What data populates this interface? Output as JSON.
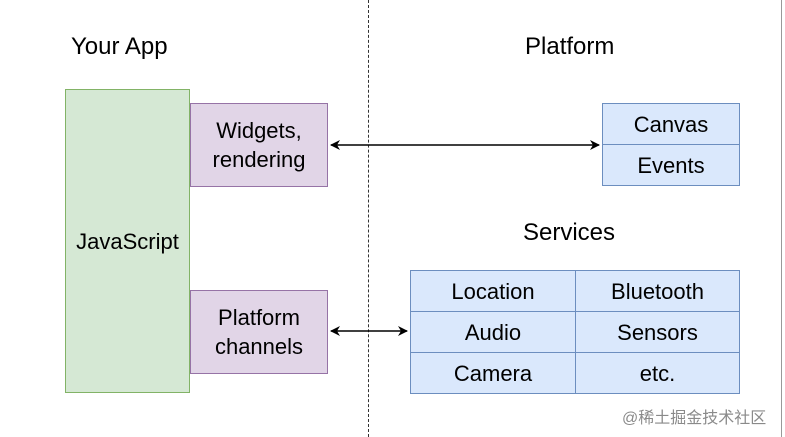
{
  "your_app": {
    "title": "Your App",
    "javascript": "JavaScript",
    "widgets": "Widgets,\nrendering",
    "platform_channels": "Platform\nchannels"
  },
  "platform": {
    "title": "Platform",
    "canvas": "Canvas",
    "events": "Events"
  },
  "services": {
    "title": "Services",
    "items": [
      "Location",
      "Bluetooth",
      "Audio",
      "Sensors",
      "Camera",
      "etc."
    ]
  },
  "watermark": "@稀土掘金技术社区",
  "colors": {
    "green_fill": "#d5e8d4",
    "green_stroke": "#82b366",
    "purple_fill": "#e1d5e7",
    "purple_stroke": "#9673a6",
    "blue_fill": "#dae8fc",
    "blue_stroke": "#6c8ebf"
  }
}
